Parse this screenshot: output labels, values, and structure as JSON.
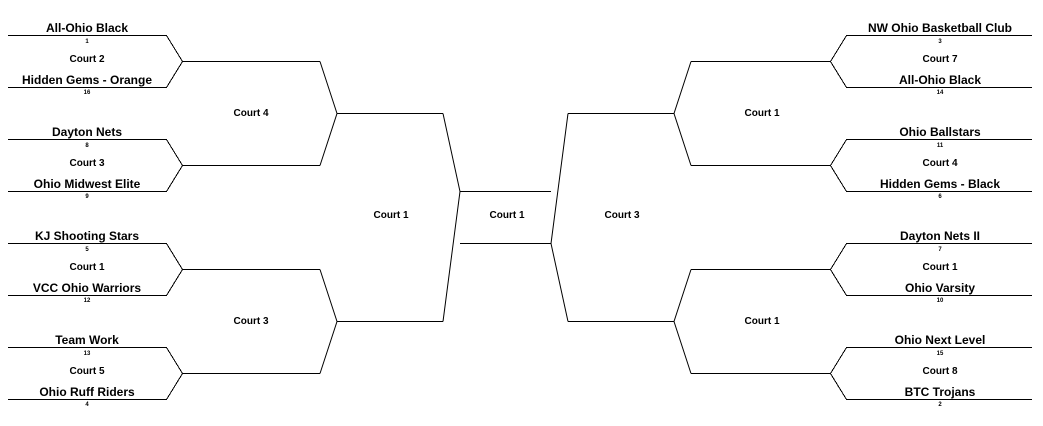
{
  "left": {
    "round1": [
      {
        "top": {
          "name": "All-Ohio Black",
          "seed": "1"
        },
        "court": "Court 2",
        "bottom": {
          "name": "Hidden Gems - Orange",
          "seed": "16"
        }
      },
      {
        "top": {
          "name": "Dayton Nets",
          "seed": "8"
        },
        "court": "Court 3",
        "bottom": {
          "name": "Ohio Midwest Elite",
          "seed": "9"
        }
      },
      {
        "top": {
          "name": "KJ Shooting Stars",
          "seed": "5"
        },
        "court": "Court 1",
        "bottom": {
          "name": "VCC Ohio Warriors",
          "seed": "12"
        }
      },
      {
        "top": {
          "name": "Team Work",
          "seed": "13"
        },
        "court": "Court 5",
        "bottom": {
          "name": "Ohio Ruff Riders",
          "seed": "4"
        }
      }
    ],
    "round2": [
      "Court 4",
      "Court 3"
    ],
    "round3": "Court 1"
  },
  "right": {
    "round1": [
      {
        "top": {
          "name": "NW Ohio Basketball Club",
          "seed": "3"
        },
        "court": "Court 7",
        "bottom": {
          "name": "All-Ohio Black",
          "seed": "14"
        }
      },
      {
        "top": {
          "name": "Ohio Ballstars",
          "seed": "11"
        },
        "court": "Court 4",
        "bottom": {
          "name": "Hidden Gems - Black",
          "seed": "6"
        }
      },
      {
        "top": {
          "name": "Dayton Nets II",
          "seed": "7"
        },
        "court": "Court 1",
        "bottom": {
          "name": "Ohio Varsity",
          "seed": "10"
        }
      },
      {
        "top": {
          "name": "Ohio Next Level",
          "seed": "15"
        },
        "court": "Court 8",
        "bottom": {
          "name": "BTC Trojans",
          "seed": "2"
        }
      }
    ],
    "round2": [
      "Court 1",
      "Court 1"
    ],
    "round3": "Court 3"
  },
  "final": {
    "court": "Court 1"
  }
}
